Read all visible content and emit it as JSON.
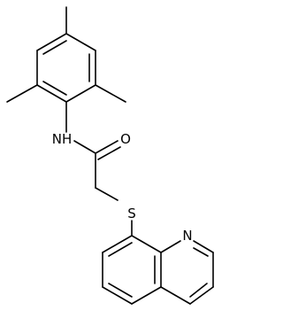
{
  "molecule": {
    "atom_labels": {
      "amide_nitrogen": "NH",
      "carbonyl_oxygen": "O",
      "thioether_sulfur": "S",
      "quinoline_nitrogen": "N"
    }
  }
}
